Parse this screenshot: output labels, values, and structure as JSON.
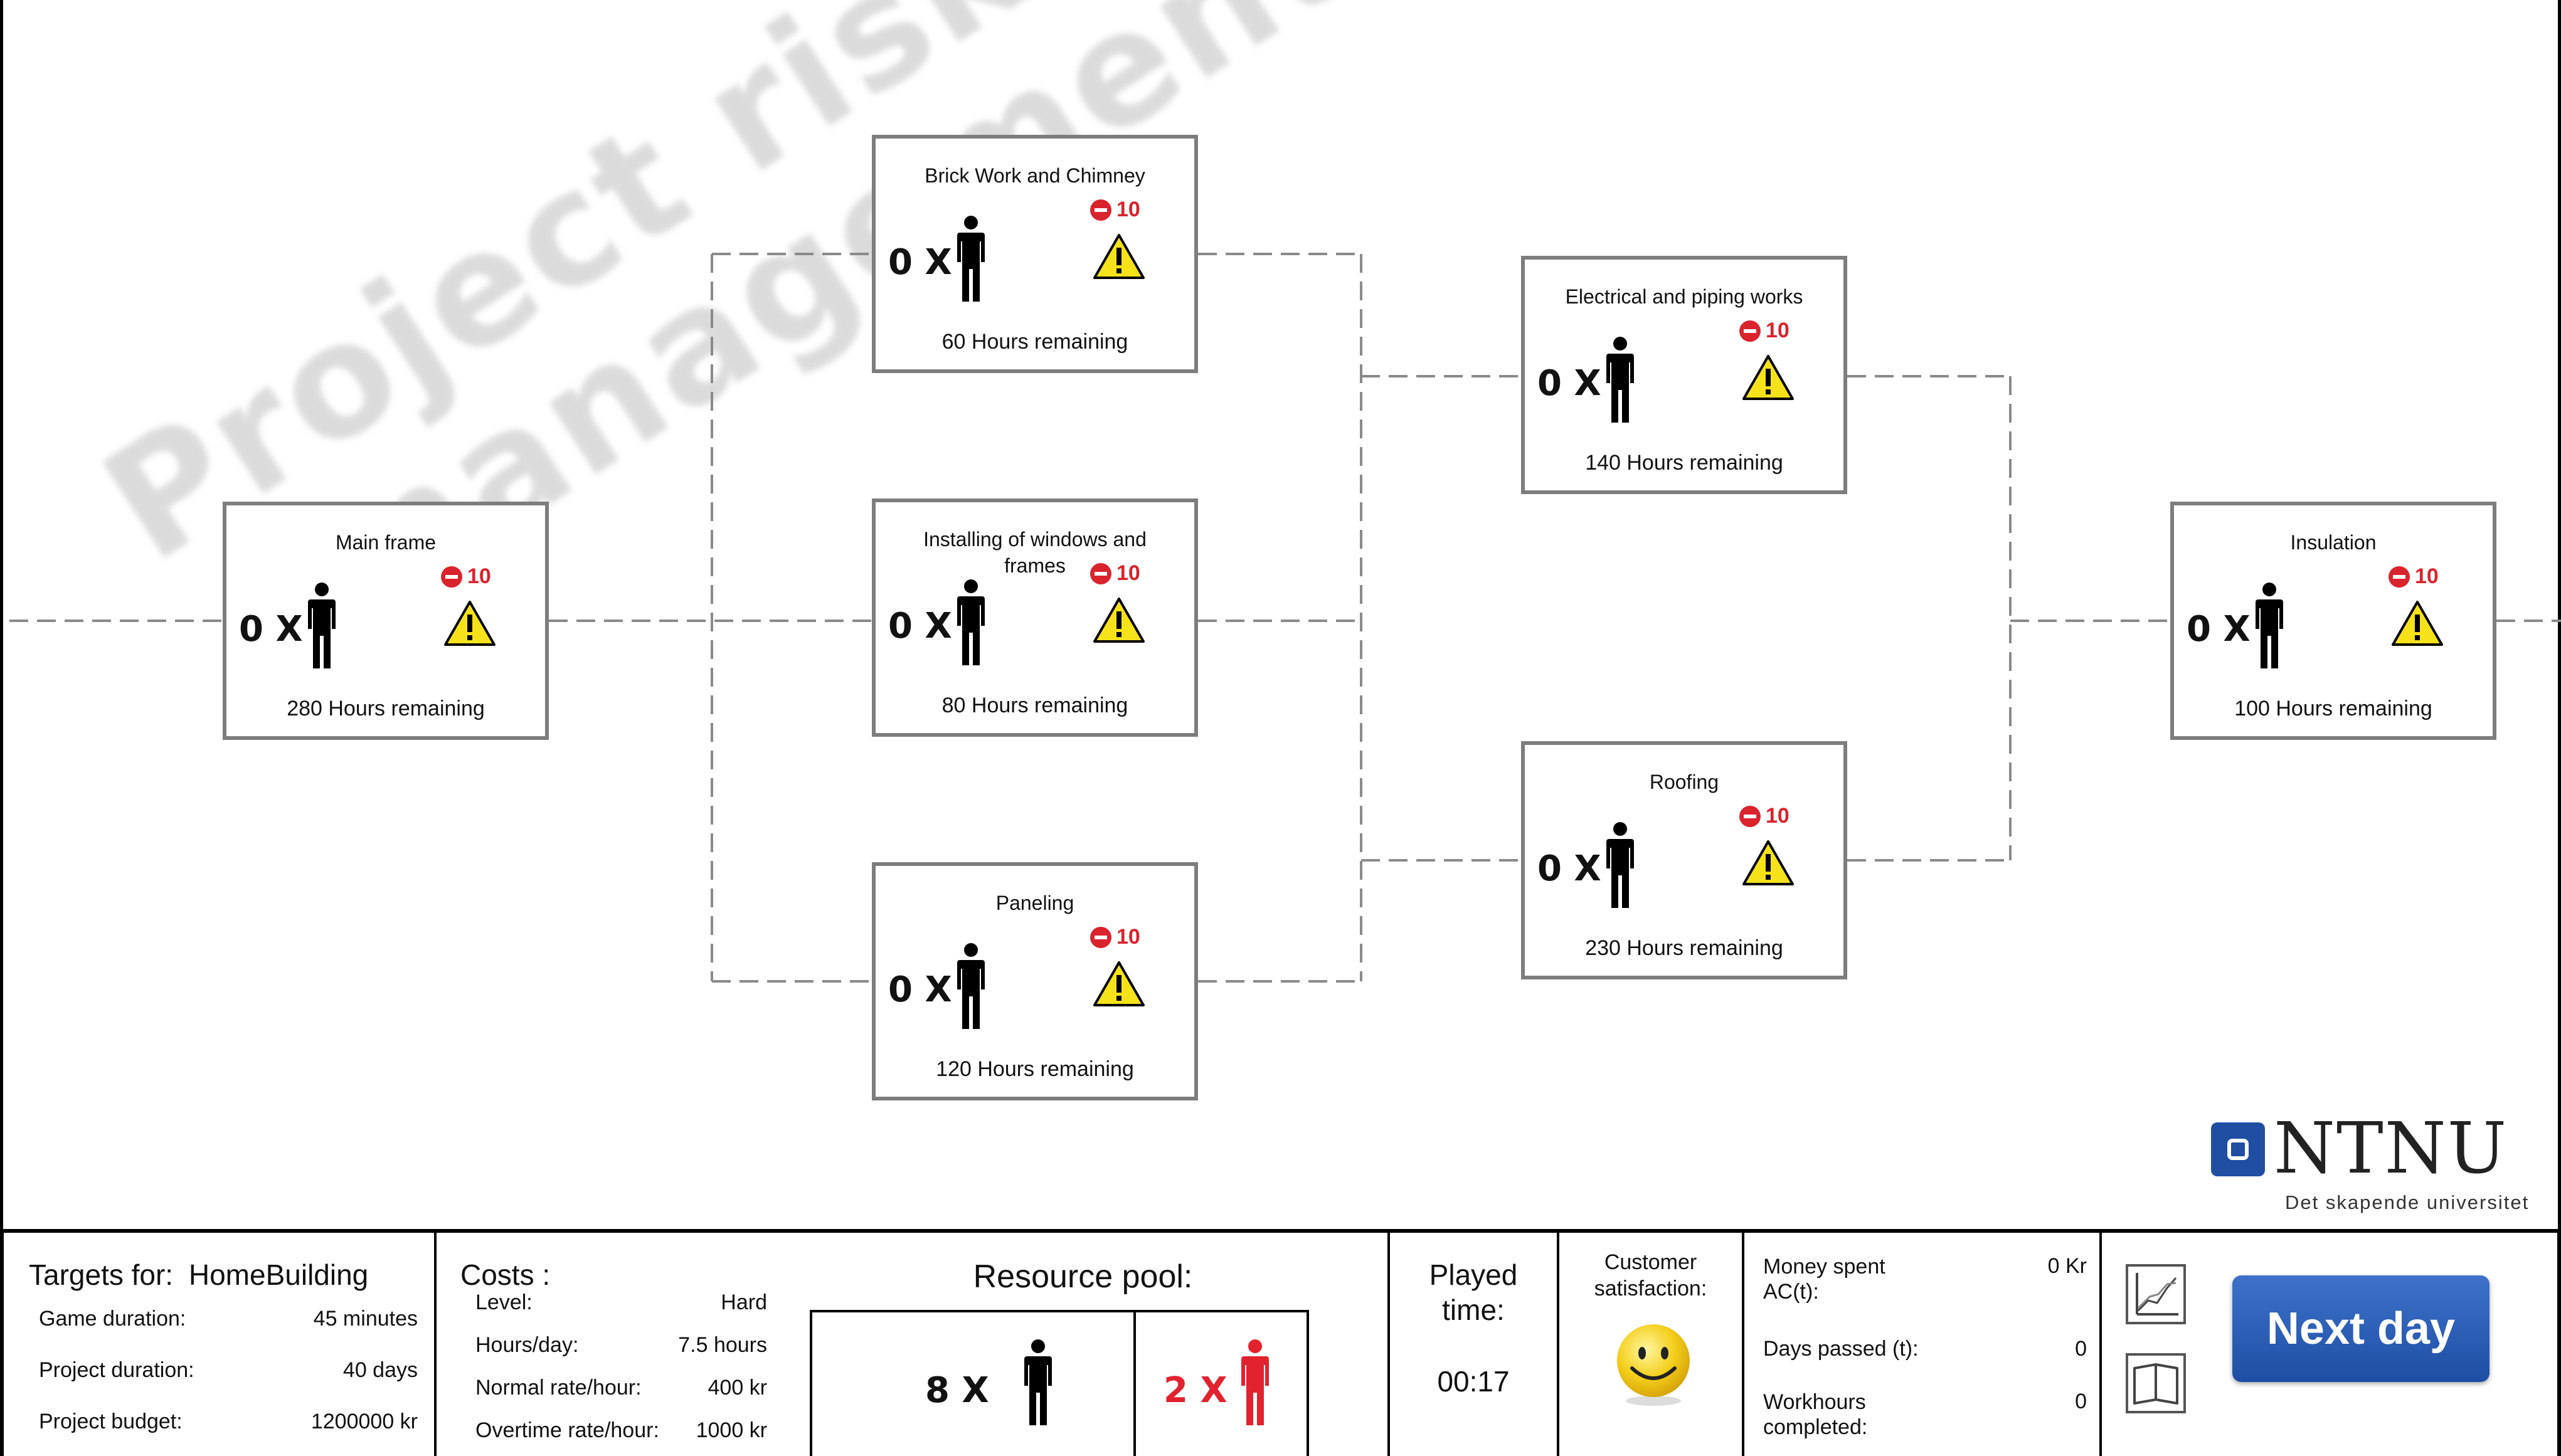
{
  "watermark": {
    "line1": "Project risk",
    "line2": "management"
  },
  "tasks": [
    {
      "name": "Main frame",
      "count": "0 X",
      "risk": "10",
      "hours": "280 Hours remaining"
    },
    {
      "name": "Brick Work and Chimney",
      "count": "0 X",
      "risk": "10",
      "hours": "60 Hours remaining"
    },
    {
      "name": "Installing of windows and frames",
      "count": "0 X",
      "risk": "10",
      "hours": "80 Hours remaining"
    },
    {
      "name": "Paneling",
      "count": "0 X",
      "risk": "10",
      "hours": "120 Hours remaining"
    },
    {
      "name": "Electrical and piping works",
      "count": "0 X",
      "risk": "10",
      "hours": "140 Hours remaining"
    },
    {
      "name": "Roofing",
      "count": "0 X",
      "risk": "10",
      "hours": "230 Hours remaining"
    },
    {
      "name": "Insulation",
      "count": "0 X",
      "risk": "10",
      "hours": "100 Hours remaining"
    }
  ],
  "logo": {
    "name": "NTNU",
    "tagline": "Det skapende universitet",
    "color": "#1f4ea3"
  },
  "targets": {
    "heading_label": "Targets for:",
    "project_name": "HomeBuilding",
    "rows": [
      {
        "label": "Game duration:",
        "value": "45 minutes"
      },
      {
        "label": "Project duration:",
        "value": "40 days"
      },
      {
        "label": "Project budget:",
        "value": "1200000 kr"
      }
    ]
  },
  "costs": {
    "heading": "Costs :",
    "rows": [
      {
        "label": "Level:",
        "value": "Hard"
      },
      {
        "label": "Hours/day:",
        "value": "7.5 hours"
      },
      {
        "label": "Normal rate/hour:",
        "value": "400 kr"
      },
      {
        "label": "Overtime rate/hour:",
        "value": "1000 kr"
      }
    ]
  },
  "resource_pool": {
    "title": "Resource pool:",
    "normal": "8 X",
    "overtime": "2 X",
    "overtime_color": "#e2222e"
  },
  "played": {
    "label_line1": "Played",
    "label_line2": "time:",
    "value": "00:17"
  },
  "satisfaction": {
    "label_line1": "Customer",
    "label_line2": "satisfaction:"
  },
  "stats": {
    "money_label_line1": "Money spent",
    "money_label_line2": "AC(t):",
    "money_value": "0 Kr",
    "days_label": "Days passed (t):",
    "days_value": "0",
    "work_label_line1": "Workhours",
    "work_label_line2": "completed:",
    "work_value": "0"
  },
  "controls": {
    "next_day": "Next day",
    "chart_icon": "chart-icon",
    "book_icon": "book-icon"
  }
}
